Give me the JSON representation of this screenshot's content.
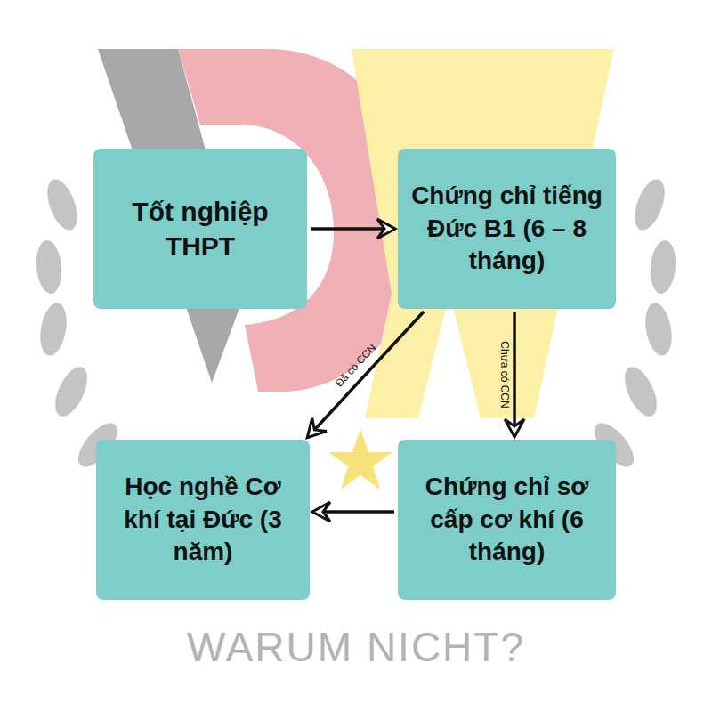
{
  "diagram": {
    "nodes": [
      {
        "text": [
          "Tốt nghiệp THPT"
        ]
      },
      {
        "text": [
          "Chứng chỉ tiếng Đức B1 (6 – 8 tháng)"
        ]
      },
      {
        "text": [
          "Học nghề Cơ khí tại Đức (3 năm)"
        ]
      },
      {
        "text": [
          "Chứng chỉ sơ cấp cơ khí (6 tháng)"
        ]
      }
    ],
    "edges": [
      {
        "from": 0,
        "to": 1,
        "arrow": "to"
      },
      {
        "from": 1,
        "to": 2,
        "label": "Đã có CCN",
        "arrow": "to"
      },
      {
        "from": 1,
        "to": 3,
        "label": "Chưa có CCN",
        "arrow": "to"
      },
      {
        "from": 3,
        "to": 2,
        "arrow": "to"
      }
    ],
    "labels": [
      "WARUM NICHT?"
    ]
  }
}
